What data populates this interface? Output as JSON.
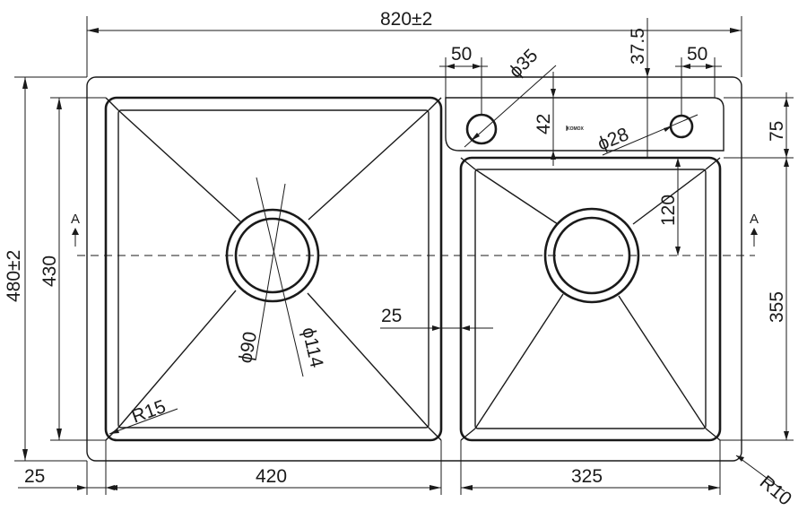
{
  "dimensions": {
    "overall_width": "820±2",
    "overall_depth": "480±2",
    "inner_depth": "430",
    "left_bowl_width": "420",
    "right_bowl_width": "325",
    "edge_margin": "25",
    "bowl_gap": "25",
    "tap_hole_diameter": "ϕ35",
    "small_hole_diameter": "ϕ28",
    "tap_offset_left": "50",
    "tap_offset_right": "50",
    "hole_from_back": "37.5",
    "hole_depth": "42",
    "right_bowl_offset": "75",
    "drain_offset": "120",
    "right_depth": "355",
    "drain_inner": "ϕ90",
    "drain_outer": "ϕ114",
    "corner_radius_bowl": "R15",
    "corner_radius_outer": "R10"
  },
  "section_marks": {
    "left": "A",
    "right": "A"
  },
  "brand_mark": "KOMOX"
}
